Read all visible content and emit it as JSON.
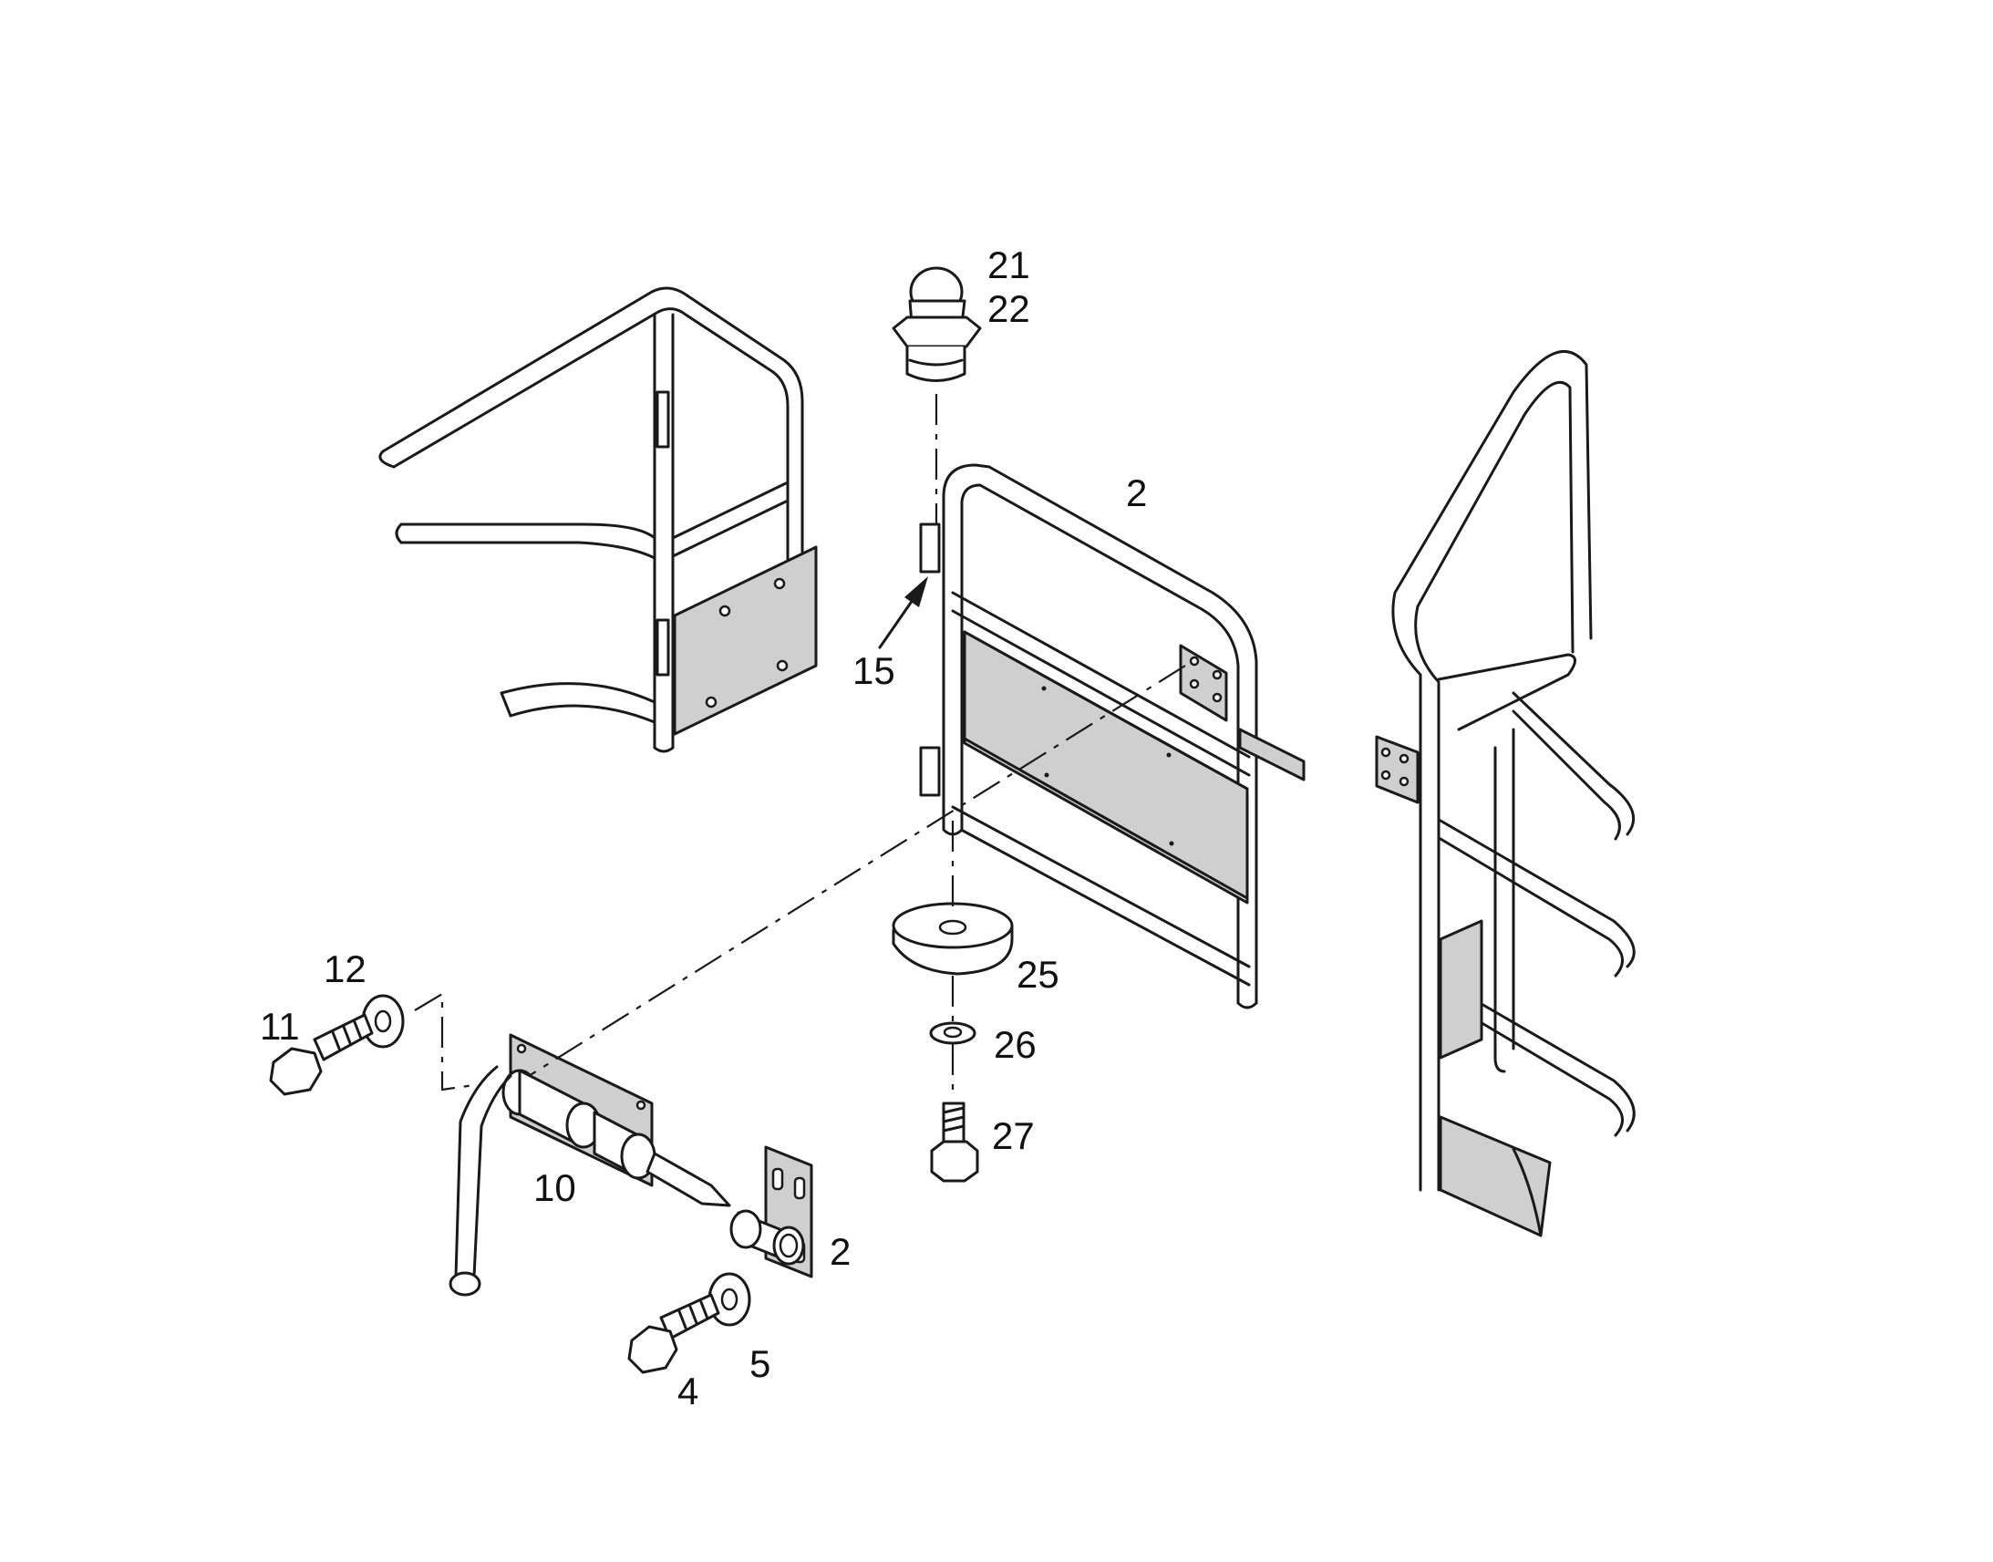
{
  "callouts": [
    {
      "id": "c21",
      "text": "21"
    },
    {
      "id": "c22",
      "text": "22"
    },
    {
      "id": "c2a",
      "text": "2"
    },
    {
      "id": "c15",
      "text": "15"
    },
    {
      "id": "c25",
      "text": "25"
    },
    {
      "id": "c26",
      "text": "26"
    },
    {
      "id": "c27",
      "text": "27"
    },
    {
      "id": "c12",
      "text": "12"
    },
    {
      "id": "c11",
      "text": "11"
    },
    {
      "id": "c10",
      "text": "10"
    },
    {
      "id": "c2b",
      "text": "2"
    },
    {
      "id": "c5",
      "text": "5"
    },
    {
      "id": "c4",
      "text": "4"
    }
  ],
  "colors": {
    "line": "#1a1a1a",
    "plate_fill": "#cfcfcf",
    "background": "#ffffff"
  }
}
